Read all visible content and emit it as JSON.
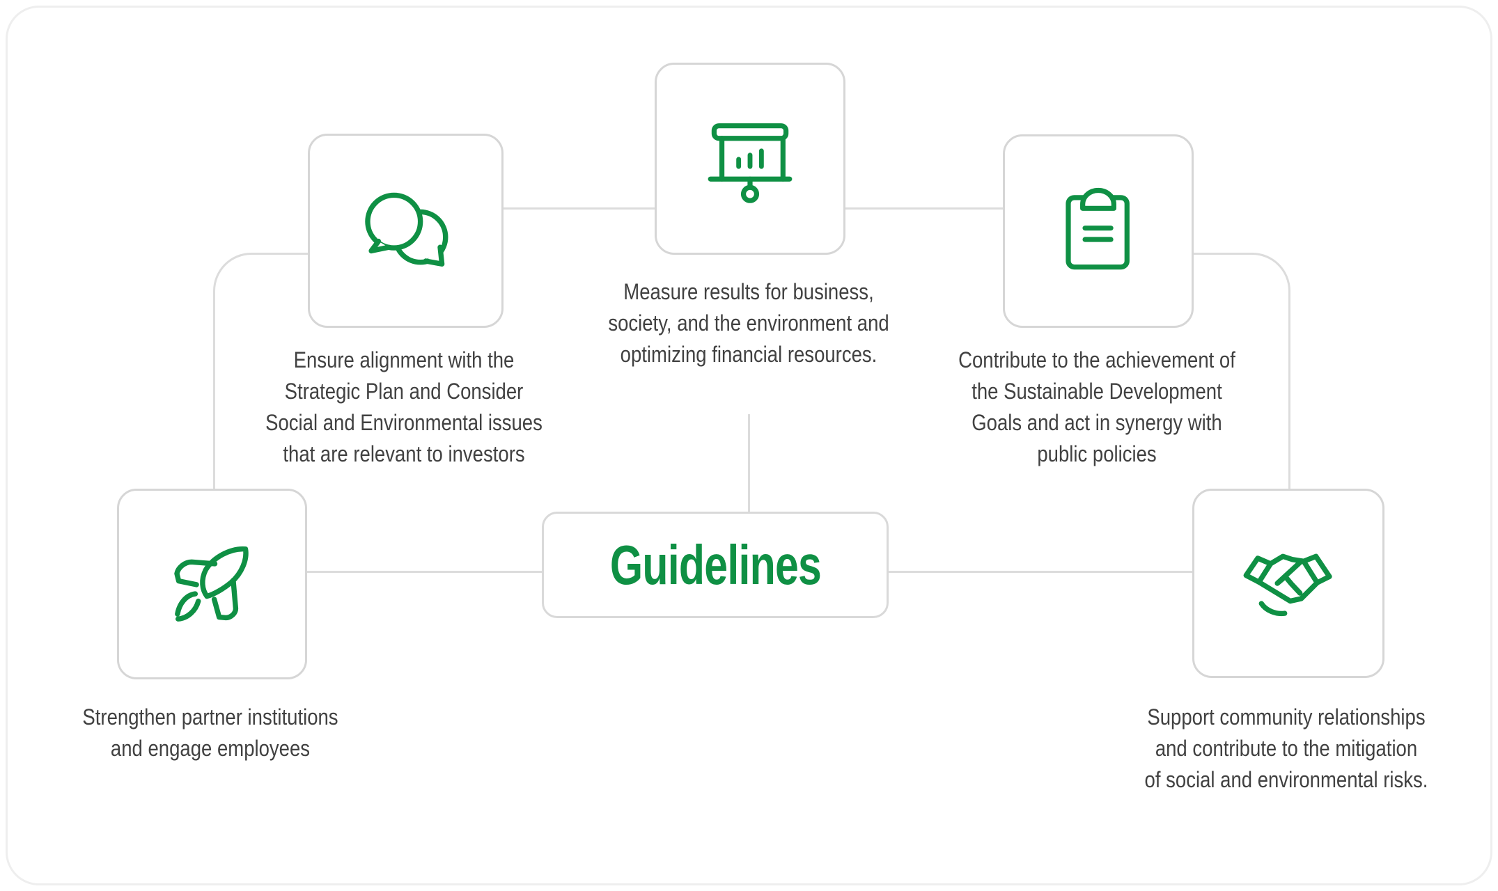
{
  "title": "Guidelines diagram",
  "colors": {
    "brand_green": "#0f9044",
    "body_text": "#414141",
    "connector_line": "#dcdcdc",
    "card_border": "#d6d6d6",
    "outer_border": "#eeeeee",
    "background": "#ffffff"
  },
  "center": {
    "label": "Guidelines"
  },
  "nodes": [
    {
      "id": "alignment",
      "icon": "speech-bubbles-icon",
      "caption_lines": [
        "Ensure alignment with the",
        "Strategic Plan and Consider",
        "Social and Environmental issues",
        "that are relevant to investors"
      ]
    },
    {
      "id": "measure",
      "icon": "presentation-chart-icon",
      "caption_lines": [
        "Measure results for business,",
        "society, and the environment and",
        "optimizing financial resources."
      ]
    },
    {
      "id": "sdg",
      "icon": "clipboard-icon",
      "caption_lines": [
        "Contribute to the achievement of",
        "the Sustainable Development",
        "Goals and act in synergy with",
        "public policies"
      ]
    },
    {
      "id": "strengthen",
      "icon": "rocket-icon",
      "caption_lines": [
        "Strengthen partner institutions",
        "and engage employees"
      ]
    },
    {
      "id": "community",
      "icon": "handshake-icon",
      "caption_lines": [
        "Support community relationships",
        "and contribute to the mitigation",
        "of social and environmental risks."
      ]
    }
  ]
}
